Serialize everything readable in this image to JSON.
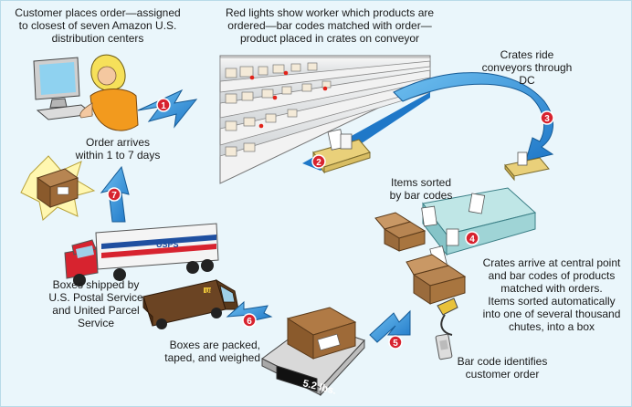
{
  "captions": {
    "order_placed": [
      "Customer places order—assigned",
      "to closest of seven Amazon U.S.",
      "distribution centers"
    ],
    "red_lights": [
      "Red lights show worker which products are",
      "ordered—bar codes matched with order—",
      "product placed in crates on conveyor"
    ],
    "crates_ride": [
      "Crates ride",
      "conveyors through",
      "DC"
    ],
    "order_arrives": [
      "Order arrives",
      "within 1 to 7 days"
    ],
    "items_sorted": [
      "Items sorted",
      "by bar codes"
    ],
    "crates_arrive": [
      "Crates arrive at central point",
      "and bar codes of products",
      "matched with orders.",
      "Items sorted automatically",
      "into one of several thousand",
      "chutes, into a box"
    ],
    "boxes_shipped": [
      "Boxes shipped by",
      "U.S. Postal Service",
      "and United Parcel",
      "Service"
    ],
    "boxes_packed": [
      "Boxes are packed,",
      "taped, and weighed"
    ],
    "bar_code": [
      "Bar code identifies",
      "customer order"
    ]
  },
  "steps": [
    "1",
    "2",
    "3",
    "4",
    "5",
    "6",
    "7"
  ],
  "labels": {
    "scale_weight": "5.2 lbs.",
    "truck_text": "USPS",
    "ups_text": "UPS"
  },
  "colors": {
    "background": "#eaf6fb",
    "arrow_blue": "#2f8fd8",
    "step_red": "#d7232f",
    "box_brown": "#9a6b3c",
    "ups_brown": "#6b4423",
    "shelf_gray": "#e3e3e3"
  }
}
